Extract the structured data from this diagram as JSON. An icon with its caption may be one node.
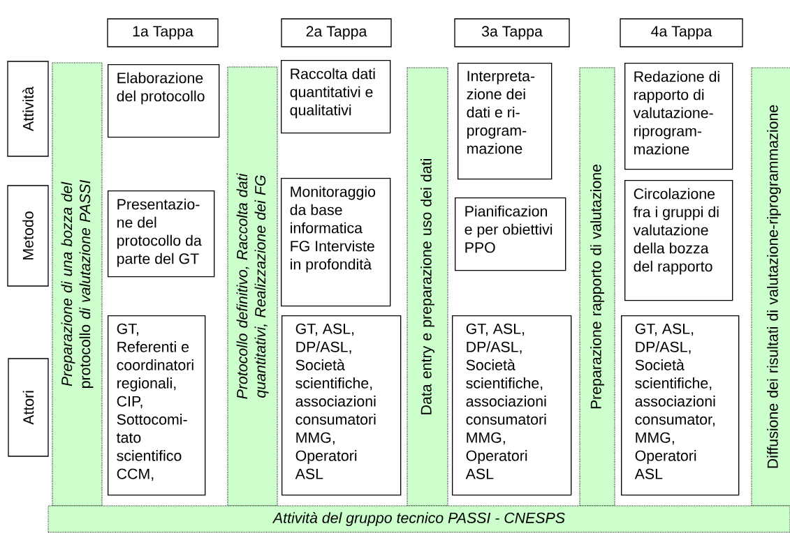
{
  "diagram": {
    "nodes": [
      {
        "text": [
          "1a Tappa"
        ]
      },
      {
        "text": [
          "2a Tappa"
        ]
      },
      {
        "text": [
          "3a Tappa"
        ]
      },
      {
        "text": [
          "4a Tappa"
        ]
      },
      {
        "text": [
          "Attività"
        ]
      },
      {
        "text": [
          "Metodo"
        ]
      },
      {
        "text": [
          "Attori"
        ]
      },
      {
        "text": [
          "*Preparazione di una bozza del* protocollo *di valutazione PASSI*"
        ]
      },
      {
        "text": [
          "Protocollo definitivo, Raccolta dati quantitativi, Realizzazione dei FG"
        ]
      },
      {
        "text": [
          "Data entry e preparazione uso dei dati"
        ]
      },
      {
        "text": [
          "Preparazione rapporto di valutazione"
        ]
      },
      {
        "text": [
          "Diffusione dei risultati di valutazione-riprogrammazione"
        ]
      },
      {
        "text": [
          "Elaborazione del protocollo"
        ]
      },
      {
        "text": [
          "Presentazio- ne del protocollo da parte del GT"
        ]
      },
      {
        "text": [
          "GT, Referenti e coordinatori regionali, CIP, Sottocomi- tato scientifico CCM,"
        ]
      },
      {
        "text": [
          "Raccolta dati quantitativi e qualitativi"
        ]
      },
      {
        "text": [
          "Monitoraggio da base informatica FG Interviste in profondità"
        ]
      },
      {
        "text": [
          "GT, ASL, DP/ASL, Società scientifiche, associazioni consumatori MMG, Operatori ASL"
        ]
      },
      {
        "text": [
          "Interpreta- zione dei dati e ri- program- mazione"
        ]
      },
      {
        "text": [
          "Pianificazion e per obiettivi PPO"
        ]
      },
      {
        "text": [
          "GT, ASL, DP/ASL, Società scientifiche, associazioni consumatori MMG, Operatori ASL"
        ]
      },
      {
        "text": [
          "Redazione di rapporto di valutazione- riprogram- mazione"
        ]
      },
      {
        "text": [
          "Circolazione fra i gruppi di valutazione della bozza del rapporto"
        ]
      },
      {
        "text": [
          "GT, ASL, DP/ASL, Società scientifiche, associazioni consumator, MMG, Operatori ASL"
        ]
      },
      {
        "text": [
          "Attività del gruppo tecnico PASSI - CNESPS"
        ]
      }
    ]
  }
}
